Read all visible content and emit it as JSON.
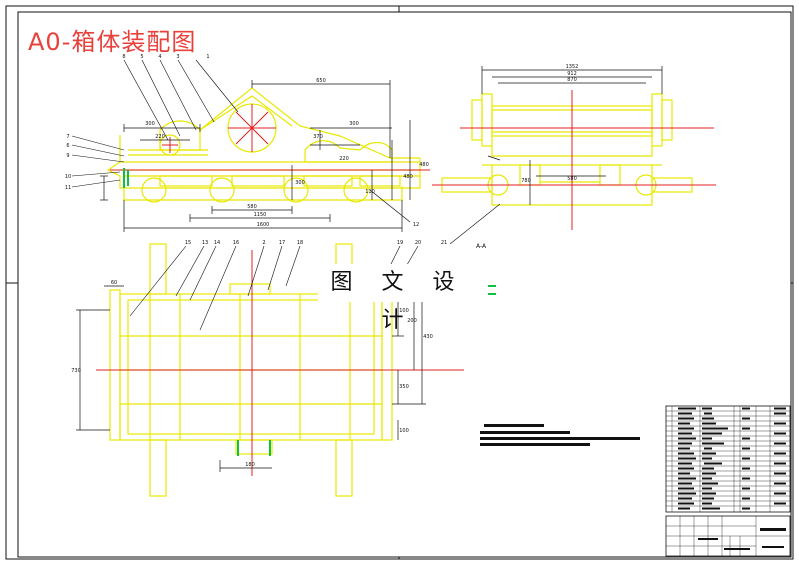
{
  "drawing": {
    "title": "A0-箱体装配图",
    "watermark": "图 文 设 计",
    "section_label": "A-A"
  },
  "dimensions": {
    "top_view_width": "650",
    "top_arm_left": "300",
    "top_arm_right": "300",
    "top_pitch_left": "220",
    "top_pitch_right": "220",
    "height_small": "370",
    "height_mid": "300",
    "height_total": "480",
    "height_base": "110",
    "inner_span": "580",
    "mid_span": "1150",
    "overall_length": "1600",
    "side_width_1": "1352",
    "side_width_2": "912",
    "side_width_3": "870",
    "side_height": "780",
    "side_inner": "580",
    "plan_left": "60",
    "plan_height": "730",
    "plan_right_1": "100",
    "plan_right_2": "200",
    "plan_right_3": "430",
    "plan_right_4": "350",
    "plan_right_5": "100",
    "plan_bottom": "180"
  },
  "callouts": [
    "1",
    "2",
    "3",
    "4",
    "5",
    "6",
    "7",
    "8",
    "9",
    "10",
    "11",
    "12",
    "13",
    "14",
    "15",
    "16",
    "17",
    "18",
    "19",
    "20",
    "21"
  ],
  "colors": {
    "outline": "#e8e800",
    "centerline": "#e02020",
    "dimension": "#111111",
    "highlight": "#10c040",
    "title": "#e8413c"
  }
}
